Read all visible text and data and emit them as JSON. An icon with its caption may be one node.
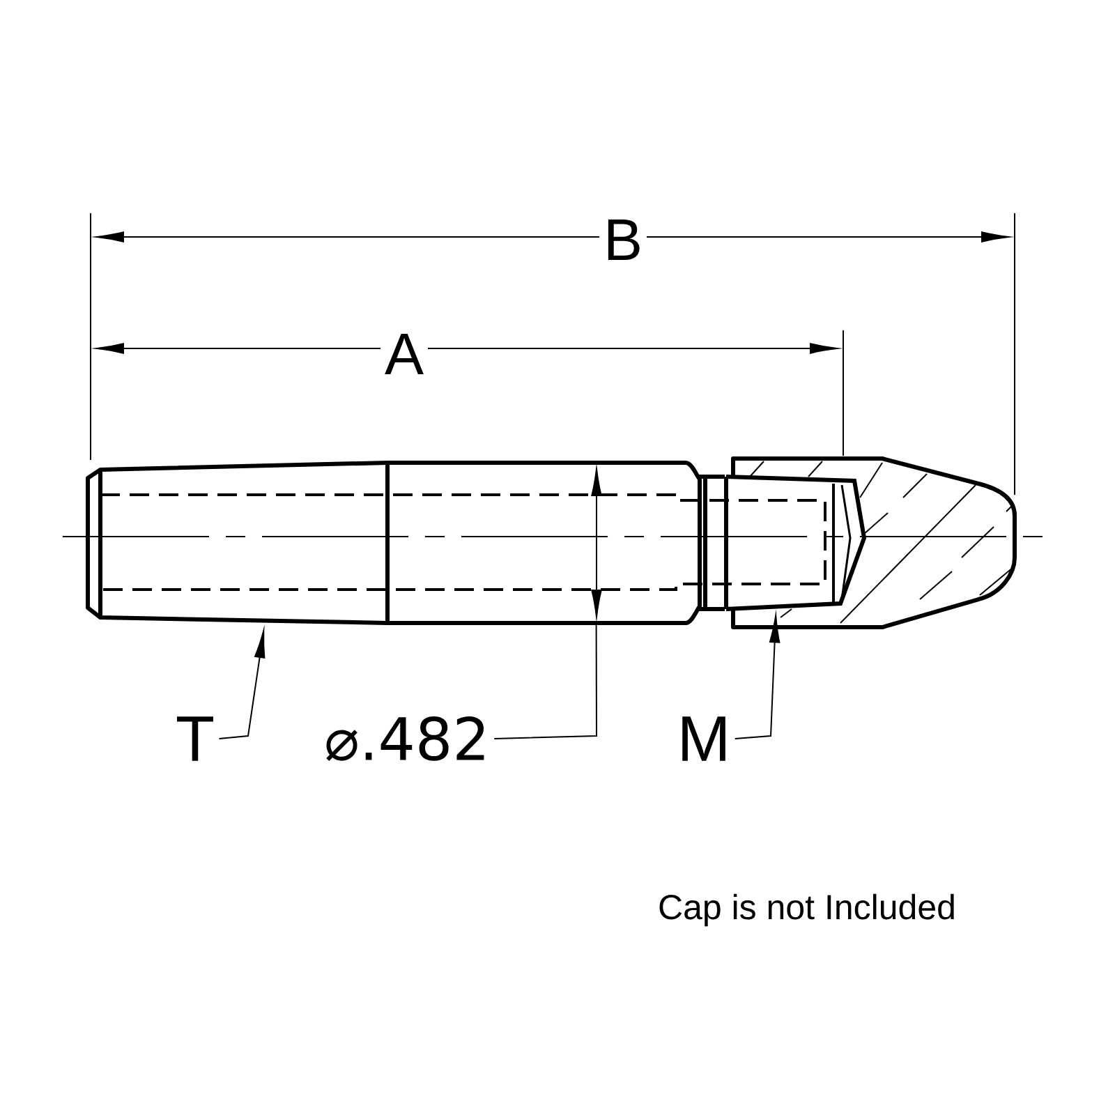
{
  "diagram": {
    "nodes": [
      {
        "text": [
          "T"
        ]
      },
      {
        "text": [
          "⌀.482"
        ]
      },
      {
        "text": [
          "M"
        ]
      },
      {
        "text": [],
        "shape": "picture"
      }
    ],
    "edges": [
      {
        "from": 0,
        "to": 3,
        "arrow": "to"
      },
      {
        "from": 1,
        "to": 3,
        "arrow": "none"
      },
      {
        "from": 2,
        "to": 3,
        "arrow": "to"
      }
    ],
    "labels": [
      "B",
      "A",
      "Cap is not Included"
    ]
  }
}
